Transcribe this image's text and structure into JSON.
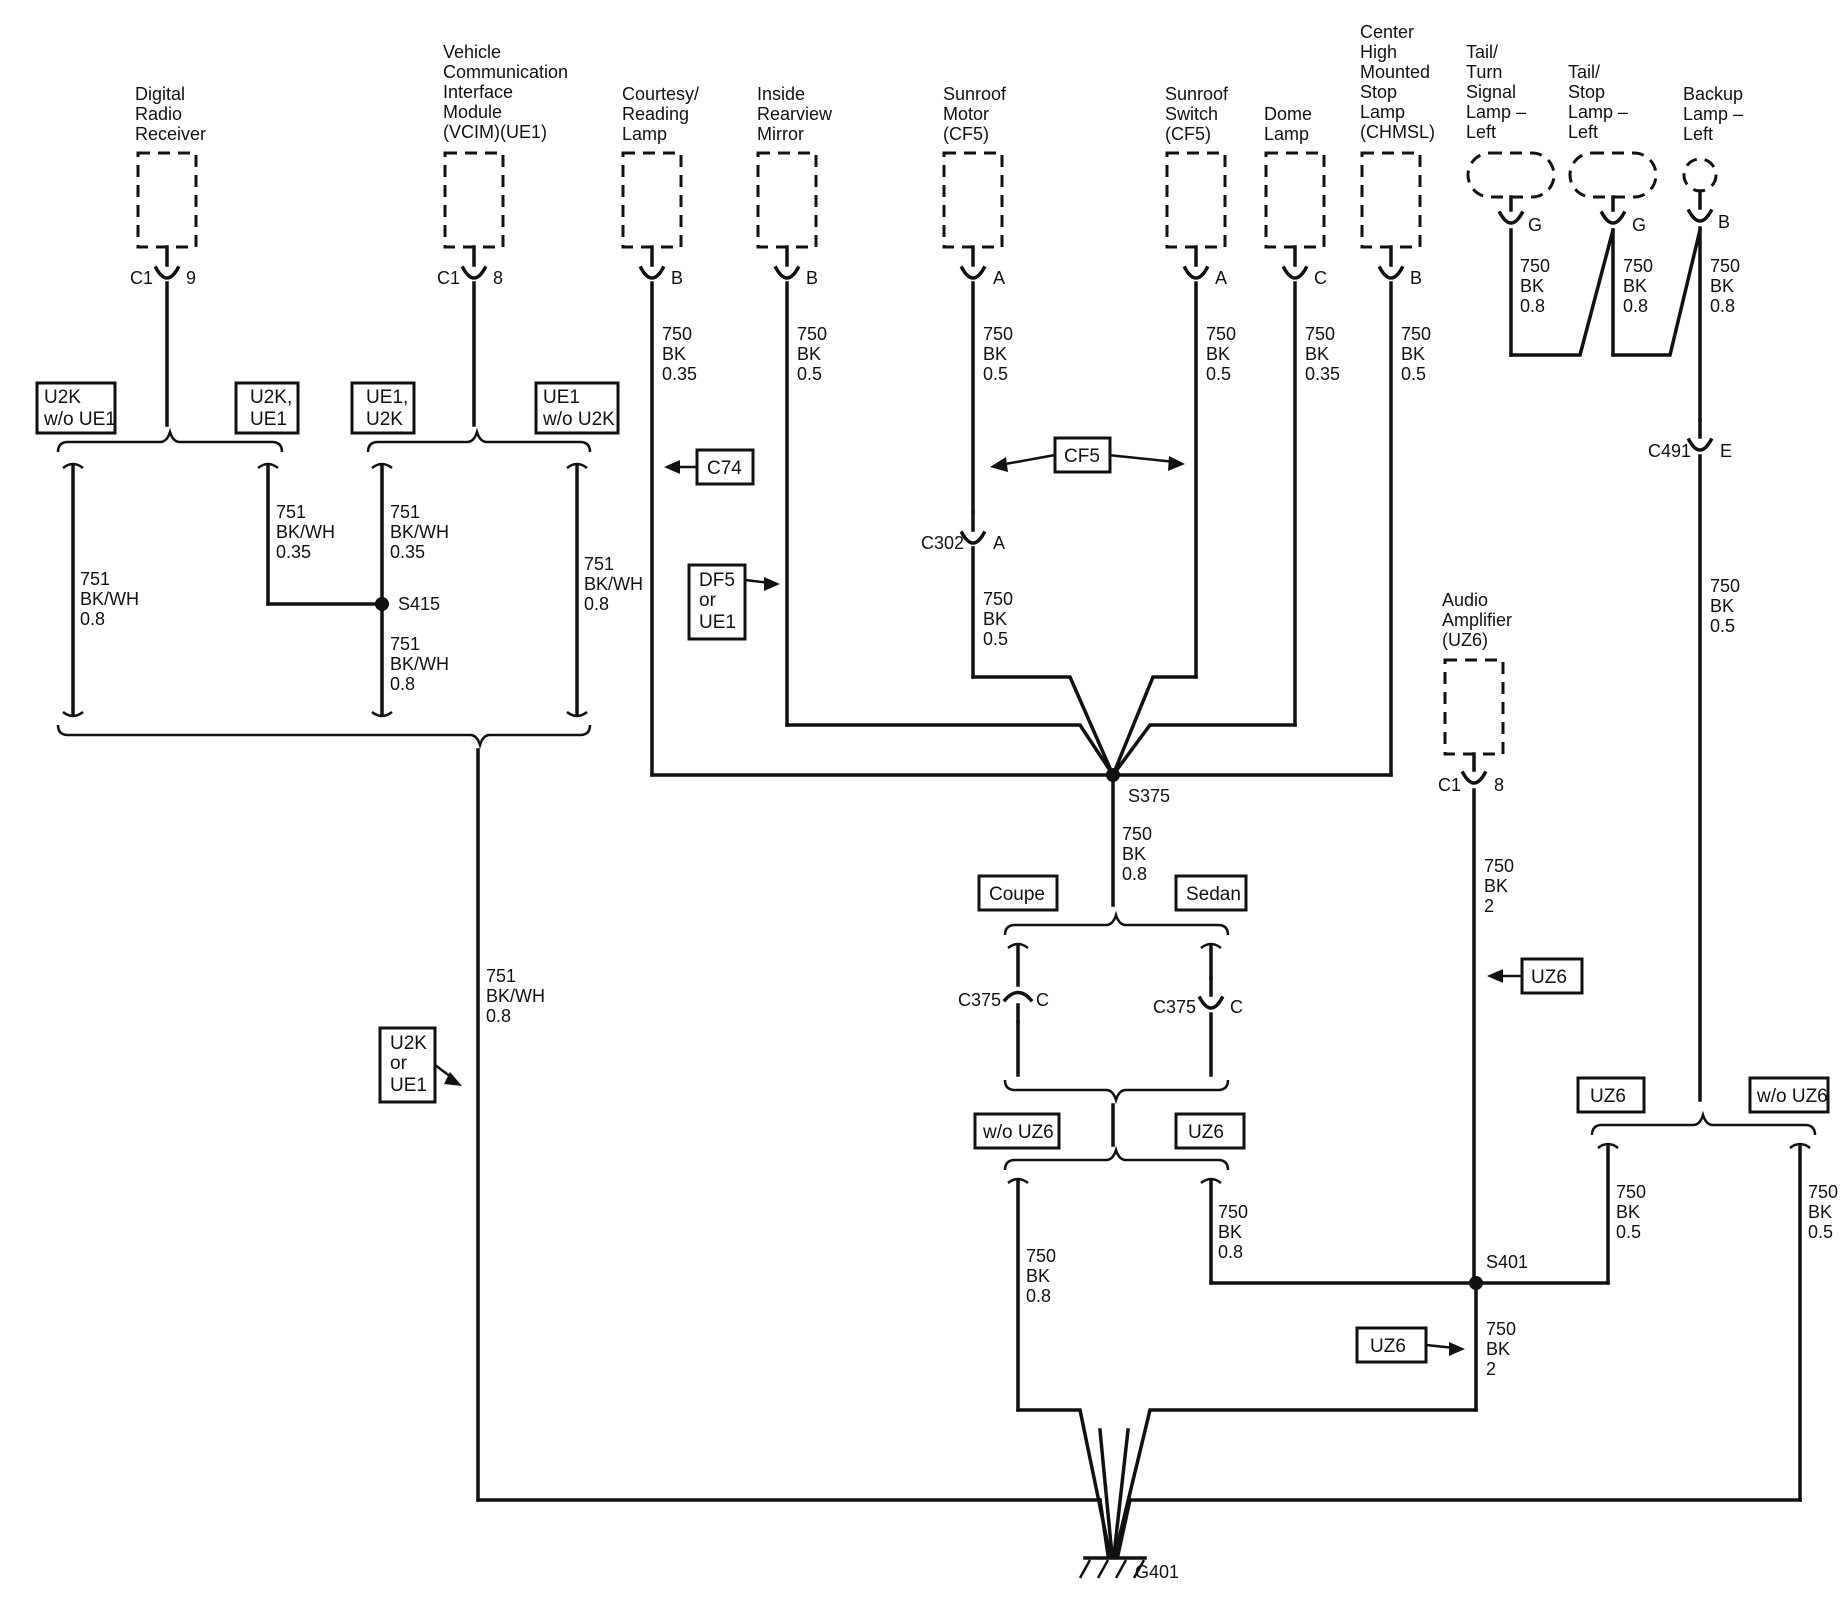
{
  "components": {
    "digital_radio": [
      "Digital",
      "Radio",
      "Receiver"
    ],
    "vcim": [
      "Vehicle",
      "Communication",
      "Interface",
      "Module",
      "(VCIM)(UE1)"
    ],
    "courtesy_lamp": [
      "Courtesy/",
      "Reading",
      "Lamp"
    ],
    "inside_mirror": [
      "Inside",
      "Rearview",
      "Mirror"
    ],
    "sunroof_motor": [
      "Sunroof",
      "Motor",
      "(CF5)"
    ],
    "sunroof_switch": [
      "Sunroof",
      "Switch",
      "(CF5)"
    ],
    "dome_lamp": [
      "Dome",
      "Lamp"
    ],
    "chmsl": [
      "Center",
      "High",
      "Mounted",
      "Stop",
      "Lamp",
      "(CHMSL)"
    ],
    "tail_turn_lamp": [
      "Tail/",
      "Turn",
      "Signal",
      "Lamp –",
      "Left"
    ],
    "tail_stop_lamp": [
      "Tail/",
      "Stop",
      "Lamp –",
      "Left"
    ],
    "backup_lamp": [
      "Backup",
      "Lamp –",
      "Left"
    ],
    "audio_amp": [
      "Audio",
      "Amplifier",
      "(UZ6)"
    ]
  },
  "pins": {
    "radio_conn": "C1",
    "radio_pin": "9",
    "vcim_conn": "C1",
    "vcim_pin": "8",
    "courtesy_pin": "B",
    "mirror_pin": "B",
    "motor_pin": "A",
    "switch_pin": "A",
    "dome_pin": "C",
    "chmsl_pin": "B",
    "tail_turn_pin": "G",
    "tail_stop_pin": "G",
    "backup_pin": "B",
    "amp_conn": "C1",
    "amp_pin": "8",
    "c302": "C302",
    "c302_pin": "A",
    "c491": "C491",
    "c491_pin": "E",
    "c375_left": "C375",
    "c375_left_pin": "C",
    "c375_right": "C375",
    "c375_right_pin": "C"
  },
  "wires": {
    "w751_08": [
      "751",
      "BK/WH",
      "0.8"
    ],
    "w751_035": [
      "751",
      "BK/WH",
      "0.35"
    ],
    "w750_035": [
      "750",
      "BK",
      "0.35"
    ],
    "w750_05": [
      "750",
      "BK",
      "0.5"
    ],
    "w750_08": [
      "750",
      "BK",
      "0.8"
    ],
    "w750_2": [
      "750",
      "BK",
      "2"
    ]
  },
  "splices": {
    "s415": "S415",
    "s375": "S375",
    "s401": "S401",
    "ground": "G401"
  },
  "options": {
    "u2k_wo_ue1": [
      "U2K",
      "w/o UE1"
    ],
    "u2k_ue1": [
      "U2K,",
      "UE1"
    ],
    "ue1_u2k": [
      "UE1,",
      "U2K"
    ],
    "ue1_wo_u2k": [
      "UE1",
      "w/o U2K"
    ],
    "c74": "C74",
    "cf5": "CF5",
    "df5_or_ue1": [
      "DF5",
      "or",
      "UE1"
    ],
    "coupe": "Coupe",
    "sedan": "Sedan",
    "wo_uz6": "w/o UZ6",
    "uz6": "UZ6",
    "u2k_or_ue1": [
      "U2K",
      "or",
      "UE1"
    ],
    "wo_uz6_right": "w/o UZ6"
  }
}
